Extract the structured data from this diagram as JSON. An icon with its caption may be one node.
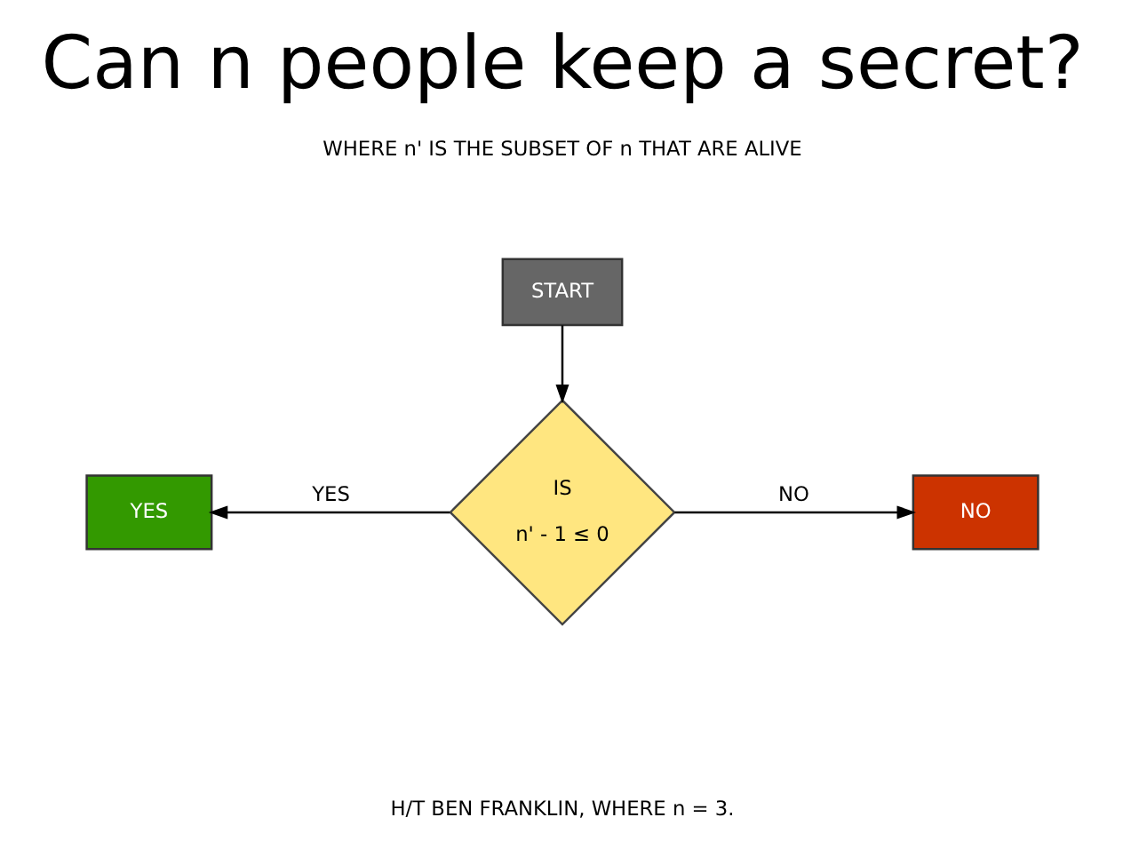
{
  "diagram": {
    "title": "Can n people keep a secret?",
    "nodes": [
      {
        "text": [
          "START"
        ]
      },
      {
        "text": [
          "IS n' - 1 ≤ 0"
        ]
      },
      {
        "text": [
          "YES"
        ]
      },
      {
        "text": [
          "NO"
        ]
      }
    ],
    "edges": [
      {
        "from": 0,
        "to": 1,
        "arrow": "to"
      },
      {
        "from": 1,
        "to": 2,
        "arrow": "to",
        "label": "YES"
      },
      {
        "from": 1,
        "to": 3,
        "arrow": "to",
        "label": "NO"
      }
    ],
    "labels": [
      "WHERE n' IS THE SUBSET OF n THAT ARE ALIVE",
      "H/T BEN FRANKLIN, WHERE n = 3."
    ]
  }
}
